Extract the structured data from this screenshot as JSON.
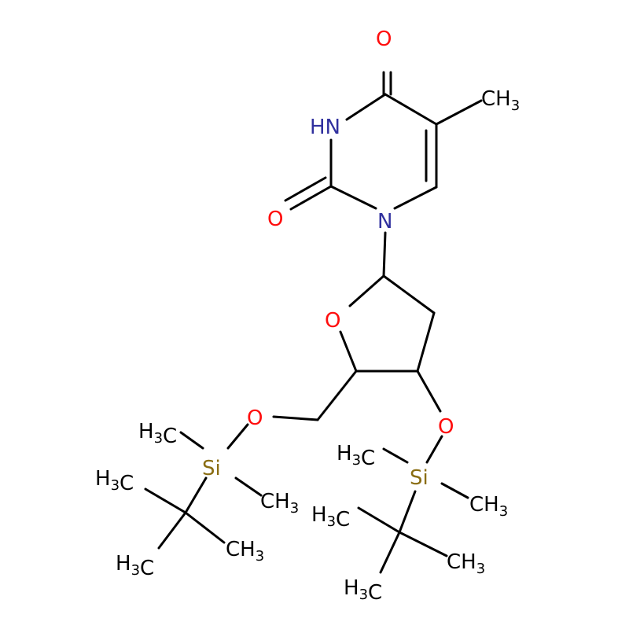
{
  "colors": {
    "background": "#ffffff",
    "bond": "#000000",
    "oxygen": "#ff0d0d",
    "nitrogen": "#30309e",
    "silicon": "#8a6d12",
    "carbon": "#000000"
  },
  "atoms": {
    "o_c4": "O",
    "ch3_c5": "CH3",
    "n3h": "HN",
    "o_c2": "O",
    "n1": "N",
    "o_ring": "O",
    "o_5prime": "O",
    "o_3prime": "O",
    "si_left": "Si",
    "si_right": "Si",
    "me_left_upper": "H3C",
    "me_left_lower": "CH3",
    "tbu_left_a": "H3C",
    "tbu_left_b": "CH3",
    "tbu_left_c": "H3C",
    "me_right_upper": "H3C",
    "me_right_lower": "CH3",
    "tbu_right_a": "H3C",
    "tbu_right_b": "CH3",
    "tbu_right_c": "H3C"
  }
}
